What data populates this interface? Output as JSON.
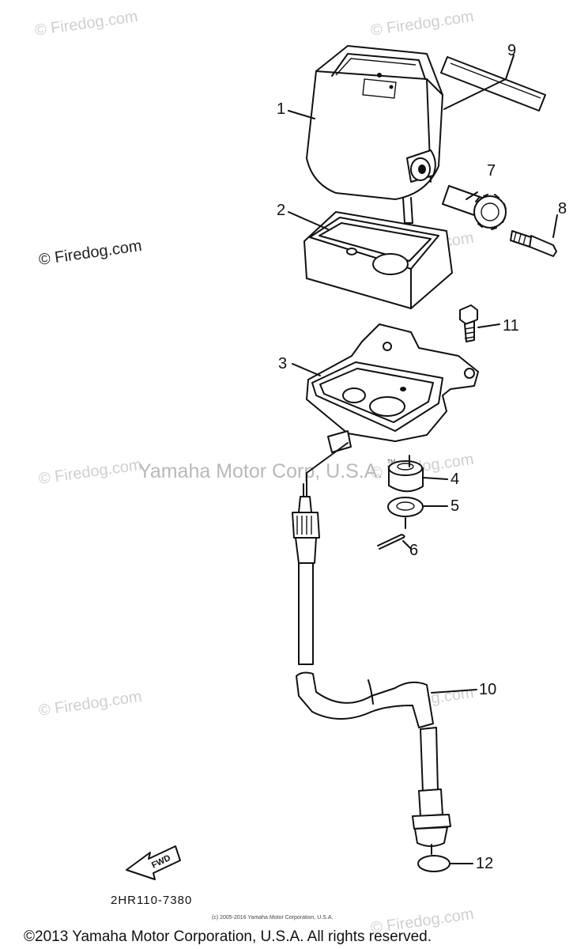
{
  "watermarks": [
    "© Firedog.com",
    "© Firedog.com",
    "© Firedog.com",
    "© Firedog.com",
    "© Firedog.com",
    "© Firedog.com",
    "© Firedog.com",
    "© Firedog.com",
    "© Firedog.com"
  ],
  "center_watermark": "Yamaha Motor Corp, U.S.A.",
  "tm_mark": "TM",
  "callouts": [
    "1",
    "2",
    "3",
    "4",
    "5",
    "6",
    "7",
    "8",
    "9",
    "10",
    "11",
    "12"
  ],
  "fwd_label": "FWD",
  "diagram_code": "2HR110-7380",
  "small_copyright": "(c) 2005-2016 Yamaha Motor Corporation, U.S.A.",
  "copyright": "©2013 Yamaha Motor Corporation, U.S.A. All rights reserved."
}
